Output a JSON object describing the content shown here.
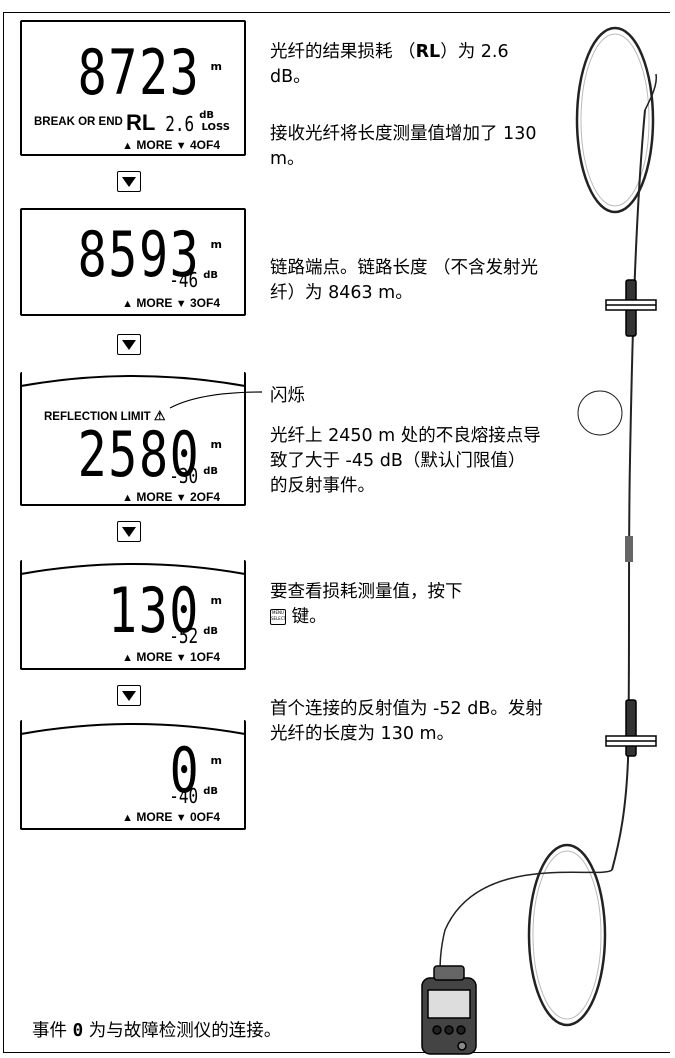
{
  "screens": [
    {
      "digits": "8723",
      "unit": "m",
      "left_label": "BREAK OR END",
      "mid_label": "RL",
      "sub_value": "2.6",
      "sub_unit": "dB",
      "sub_unit2": "LOSS",
      "more": "MORE",
      "index": "4OF4"
    },
    {
      "digits": "8593",
      "unit": "m",
      "sub_value": "-46",
      "sub_unit": "dB",
      "more": "MORE",
      "index": "3OF4"
    },
    {
      "digits": "2580",
      "unit": "m",
      "top_label": "REFLECTION LIMIT",
      "sub_value": "-30",
      "sub_unit": "dB",
      "more": "MORE",
      "index": "2OF4"
    },
    {
      "digits": "130",
      "unit": "m",
      "sub_value": "-52",
      "sub_unit": "dB",
      "more": "MORE",
      "index": "1OF4"
    },
    {
      "digits": "0",
      "unit": "m",
      "sub_value": "-40",
      "sub_unit": "dB",
      "more": "MORE",
      "index": "0OF4"
    }
  ],
  "descriptions": {
    "d1a": "光纤的结果损耗 （",
    "d1a_bold": "RL",
    "d1a_end": "）为 2.6 dB。",
    "d1b": "接收光纤将长度测量值增加了 130 m。",
    "d2": "链路端点。链路长度 （不含发射光纤）为 8463 m。",
    "flash": "闪烁",
    "d3": "光纤上 2450 m 处的不良熔接点导致了大于 -45 dB（默认门限值）的反射事件。",
    "d4a": "要查看损耗测量值，按下",
    "d4_key_top": "MENU",
    "d4_key_bottom": "SELECT",
    "d4b": "键。",
    "d5": "首个连接的反射值为 -52 dB。发射光纤的长度为 130 m。"
  },
  "footer": {
    "pre": "事件",
    "num": "0",
    "post": "为与故障检测仪的连接。"
  }
}
